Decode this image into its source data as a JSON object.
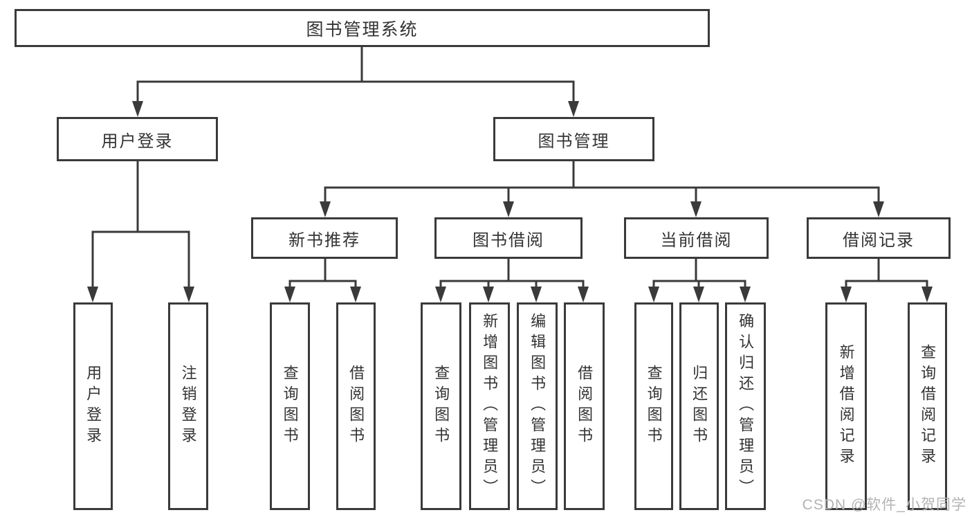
{
  "diagram": {
    "root": "图书管理系统",
    "branches": {
      "user_login": "用户登录",
      "book_management": "图书管理"
    },
    "modules": [
      "新书推荐",
      "图书借阅",
      "当前借阅",
      "借阅记录"
    ],
    "leaves": {
      "user_login": [
        "用户登录",
        "注销登录"
      ],
      "new_book": [
        "查询图书",
        "借阅图书"
      ],
      "book_borrow": [
        "查询图书",
        "新增图书（管理员）",
        "编辑图书（管理员）",
        "借阅图书"
      ],
      "current_borrow": [
        "查询图书",
        "归还图书",
        "确认归还（管理员）"
      ],
      "borrow_record": [
        "新增借阅记录",
        "查询借阅记录"
      ]
    }
  },
  "watermark": "CSDN @软件_小贺同学",
  "colors": {
    "line": "#3a3a3a",
    "text": "#333333",
    "watermark": "#b3b3b3"
  }
}
